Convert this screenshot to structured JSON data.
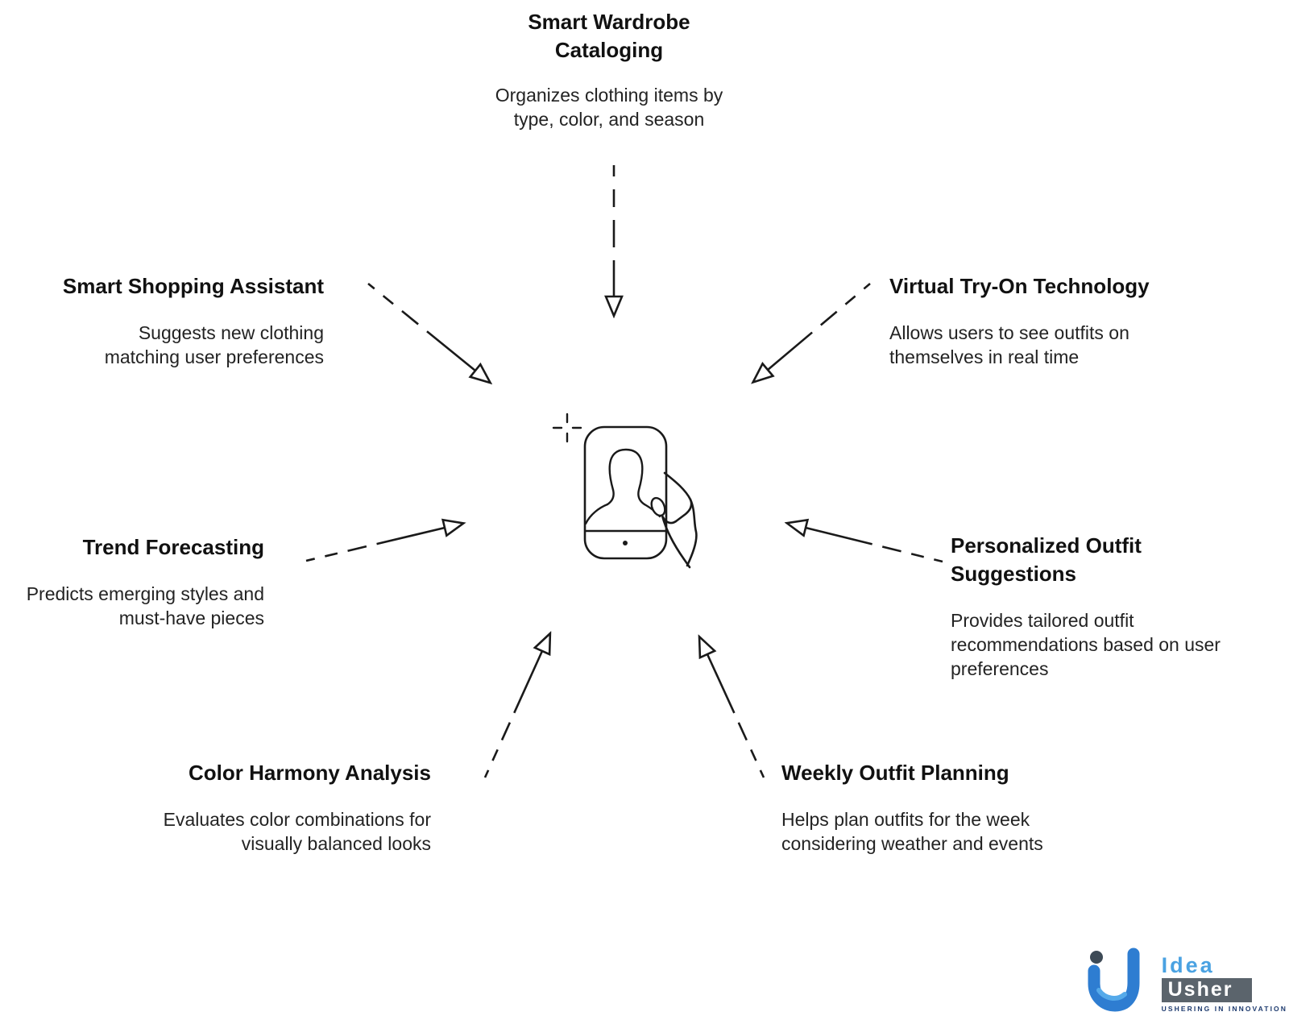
{
  "features": [
    {
      "id": "smart-wardrobe-cataloging",
      "title": "Smart Wardrobe Cataloging",
      "description": "Organizes clothing items by type, color, and season"
    },
    {
      "id": "smart-shopping-assistant",
      "title": "Smart Shopping Assistant",
      "description": "Suggests new clothing matching user preferences"
    },
    {
      "id": "virtual-try-on-technology",
      "title": "Virtual Try-On Technology",
      "description": "Allows users to see outfits on themselves in real time"
    },
    {
      "id": "trend-forecasting",
      "title": "Trend Forecasting",
      "description": "Predicts emerging styles and must-have pieces"
    },
    {
      "id": "personalized-outfit-suggestions",
      "title": "Personalized Outfit Suggestions",
      "description": "Provides tailored outfit recommendations based on user preferences"
    },
    {
      "id": "color-harmony-analysis",
      "title": "Color Harmony Analysis",
      "description": "Evaluates color combinations for visually balanced looks"
    },
    {
      "id": "weekly-outfit-planning",
      "title": "Weekly Outfit Planning",
      "description": "Helps plan outfits for the week considering weather and events"
    }
  ],
  "center_icon": "hand-holding-phone-selfie-icon",
  "logo": {
    "idea": "Idea",
    "usher": "Usher",
    "tagline": "USHERING IN INNOVATION"
  },
  "colors": {
    "line": "#1a1a1a",
    "title_text": "#111111",
    "body_text": "#232323",
    "logo_blue": "#2e7dd1",
    "logo_light_blue": "#4aa2e2",
    "logo_slate": "#5b646c",
    "logo_navy": "#1d3a6e",
    "background": "#ffffff"
  }
}
